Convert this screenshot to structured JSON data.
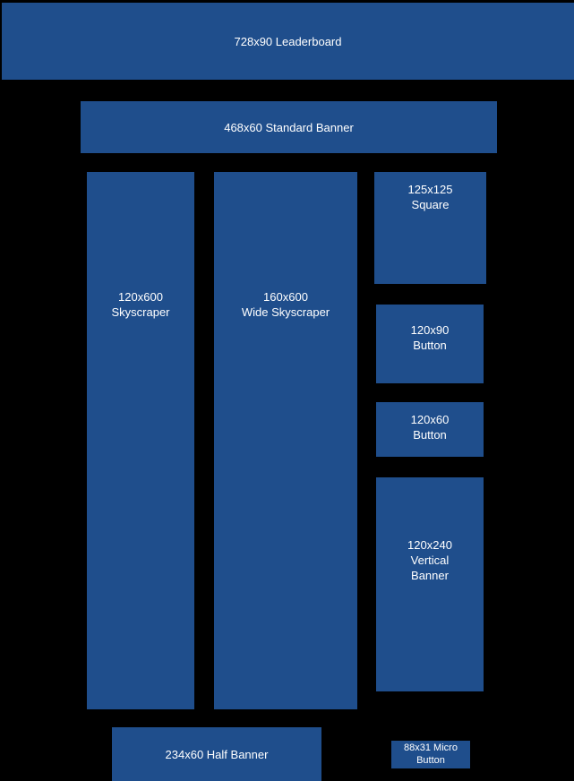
{
  "page": {
    "background_color": "#000000",
    "box_color": "#1f4e8c",
    "text_color": "#ffffff"
  },
  "ad_units": {
    "leaderboard": {
      "label": "728x90 Leaderboard"
    },
    "standard_banner": {
      "label": "468x60 Standard Banner"
    },
    "skyscraper": {
      "line1": "120x600",
      "line2": "Skyscraper"
    },
    "wide_skyscraper": {
      "line1": "160x600",
      "line2": "Wide Skyscraper"
    },
    "square": {
      "line1": "125x125",
      "line2": "Square"
    },
    "button_120x90": {
      "line1": "120x90",
      "line2": "Button"
    },
    "button_120x60": {
      "line1": "120x60",
      "line2": "Button"
    },
    "vertical_banner": {
      "line1": "120x240",
      "line2": "Vertical",
      "line3": "Banner"
    },
    "half_banner": {
      "label": "234x60 Half Banner"
    },
    "micro_button": {
      "line1": "88x31 Micro",
      "line2": "Button"
    }
  }
}
